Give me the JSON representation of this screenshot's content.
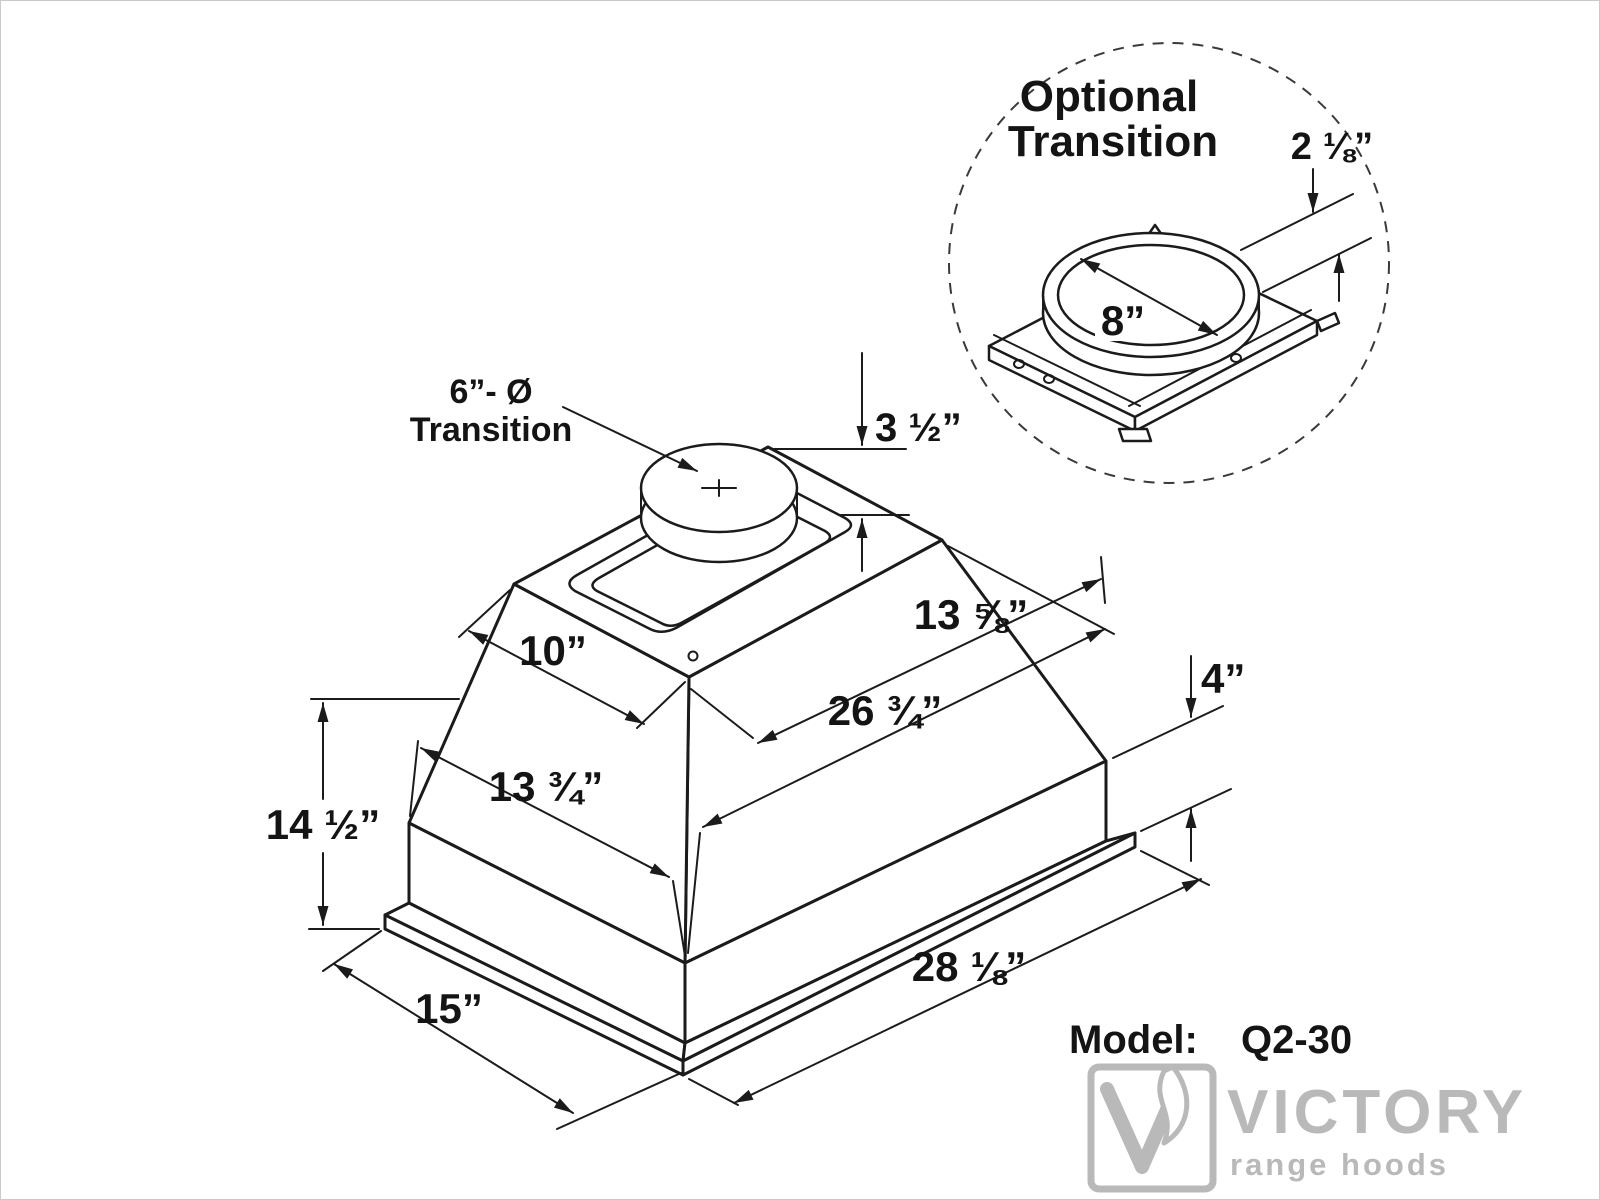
{
  "main_view": {
    "transition_callout": {
      "line1": "6”- Ø",
      "line2": "Transition"
    },
    "dims": {
      "collar_height": "3 ½”",
      "top_width": "10”",
      "top_length": "13 ⅝”",
      "liner_length": "26 ¾”",
      "liner_width": "13 ¾”",
      "overall_height": "14 ½”",
      "box_height": "4”",
      "flange_length": "28 ⅛”",
      "flange_width": "15”"
    }
  },
  "detail_view": {
    "title": {
      "line1": "Optional",
      "line2": "Transition"
    },
    "dims": {
      "collar_height": "2 ⅛”",
      "collar_diameter": "8”"
    }
  },
  "model": {
    "label": "Model:",
    "value": "Q2-30"
  },
  "brand": {
    "name": "VICTORY",
    "tagline": "range hoods"
  },
  "colors": {
    "line": "#1b1b1b",
    "brand_gray": "#b9b9b9",
    "background": "#ffffff"
  }
}
